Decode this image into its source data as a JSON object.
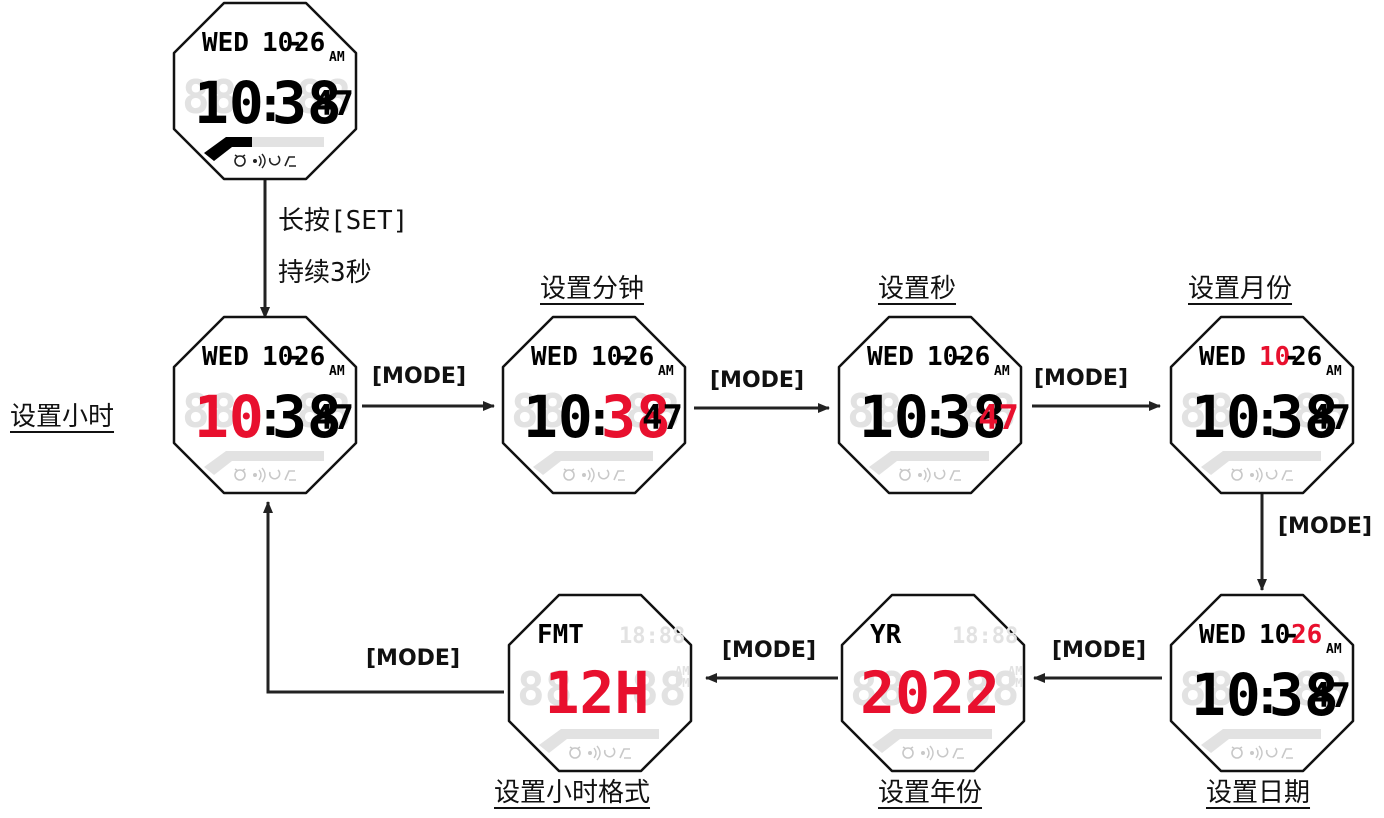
{
  "colors": {
    "active": "#e8102e",
    "ink": "#000000",
    "ghost": "#e2e2e2"
  },
  "icons": [
    "alarm-clock-icon",
    "chime-icon",
    "timer-icon",
    "stopwatch-icon"
  ],
  "labels": {
    "long_press_line1": "长按[SET]",
    "long_press_line2": "持续3秒",
    "set_hour": "设置小时",
    "set_minute": "设置分钟",
    "set_second": "设置秒",
    "set_month": "设置月份",
    "set_day": "设置日期",
    "set_year": "设置年份",
    "set_hour_format": "设置小时格式"
  },
  "mode_button": "[MODE]",
  "watches": [
    {
      "id": "initial",
      "top": [
        "WED",
        "10",
        "-",
        "26"
      ],
      "main": [
        "10",
        ":",
        "38"
      ],
      "sec": "47",
      "ampm": "AM",
      "red_top": [],
      "red_main": [],
      "red_sec": false
    },
    {
      "id": "hour",
      "top": [
        "WED",
        "10",
        "-",
        "26"
      ],
      "main": [
        "10",
        ":",
        "38"
      ],
      "sec": "47",
      "ampm": "AM",
      "red_top": [],
      "red_main": [
        0
      ],
      "red_sec": false
    },
    {
      "id": "minute",
      "top": [
        "WED",
        "10",
        "-",
        "26"
      ],
      "main": [
        "10",
        ":",
        "38"
      ],
      "sec": "47",
      "ampm": "AM",
      "red_top": [],
      "red_main": [
        2
      ],
      "red_sec": false
    },
    {
      "id": "second",
      "top": [
        "WED",
        "10",
        "-",
        "26"
      ],
      "main": [
        "10",
        ":",
        "38"
      ],
      "sec": "47",
      "ampm": "AM",
      "red_top": [],
      "red_main": [],
      "red_sec": true
    },
    {
      "id": "month",
      "top": [
        "WED",
        "10",
        "-",
        "26"
      ],
      "main": [
        "10",
        ":",
        "38"
      ],
      "sec": "47",
      "ampm": "AM",
      "red_top": [
        1
      ],
      "red_main": [],
      "red_sec": false
    },
    {
      "id": "day",
      "top": [
        "WED",
        "10",
        "-",
        "26"
      ],
      "main": [
        "10",
        ":",
        "38"
      ],
      "sec": "47",
      "ampm": "AM",
      "red_top": [
        3
      ],
      "red_main": [],
      "red_sec": false
    },
    {
      "id": "year",
      "top": [
        "YR",
        "",
        "",
        ""
      ],
      "main": [
        "2022",
        "",
        ""
      ],
      "sec": "",
      "ampm": "",
      "red_top": [],
      "red_main": [
        0
      ],
      "red_sec": false
    },
    {
      "id": "format",
      "top": [
        "FMT",
        "",
        "",
        ""
      ],
      "main": [
        "12H",
        "",
        ""
      ],
      "sec": "",
      "ampm": "",
      "red_top": [],
      "red_main": [
        0
      ],
      "red_sec": false
    }
  ]
}
